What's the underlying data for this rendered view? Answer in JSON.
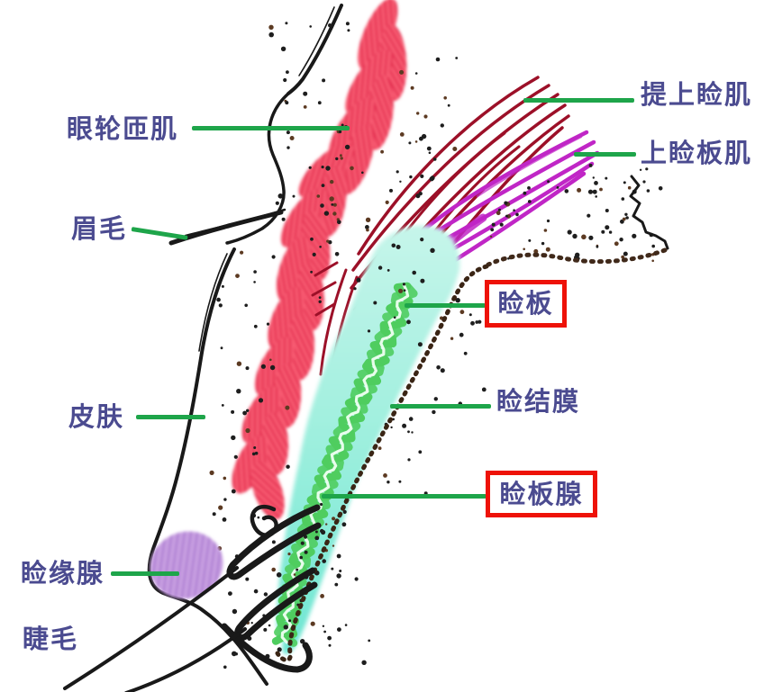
{
  "diagram": {
    "labels": {
      "orbicularis": "眼轮匝肌",
      "eyebrow": "眉毛",
      "skin": "皮肤",
      "margin_gland": "睑缘腺",
      "eyelash": "睫毛",
      "levator": "提上睑肌",
      "tarsal_muscle": "上睑板肌",
      "tarsal_plate": "睑板",
      "conjunctiva": "睑结膜",
      "meibomian": "睑板腺"
    },
    "highlighted_labels": [
      "tarsal_plate",
      "meibomian"
    ]
  },
  "colors": {
    "label_text": "#4b4b90",
    "pointer_line": "#1ea54a",
    "highlight_box": "#ee1208",
    "muscle_red": "#f85b72",
    "muscle_red_hatch": "#e22c4e",
    "levator_red": "#9c1028",
    "tarsal_muscle_magenta": "#c026c6",
    "gland_green": "#4fcd5f",
    "gland_inner": "#effff2",
    "margin_gland_purple": "#c9a0e2",
    "margin_gland_hatch": "#ad7fd2",
    "outline": "#191919"
  }
}
